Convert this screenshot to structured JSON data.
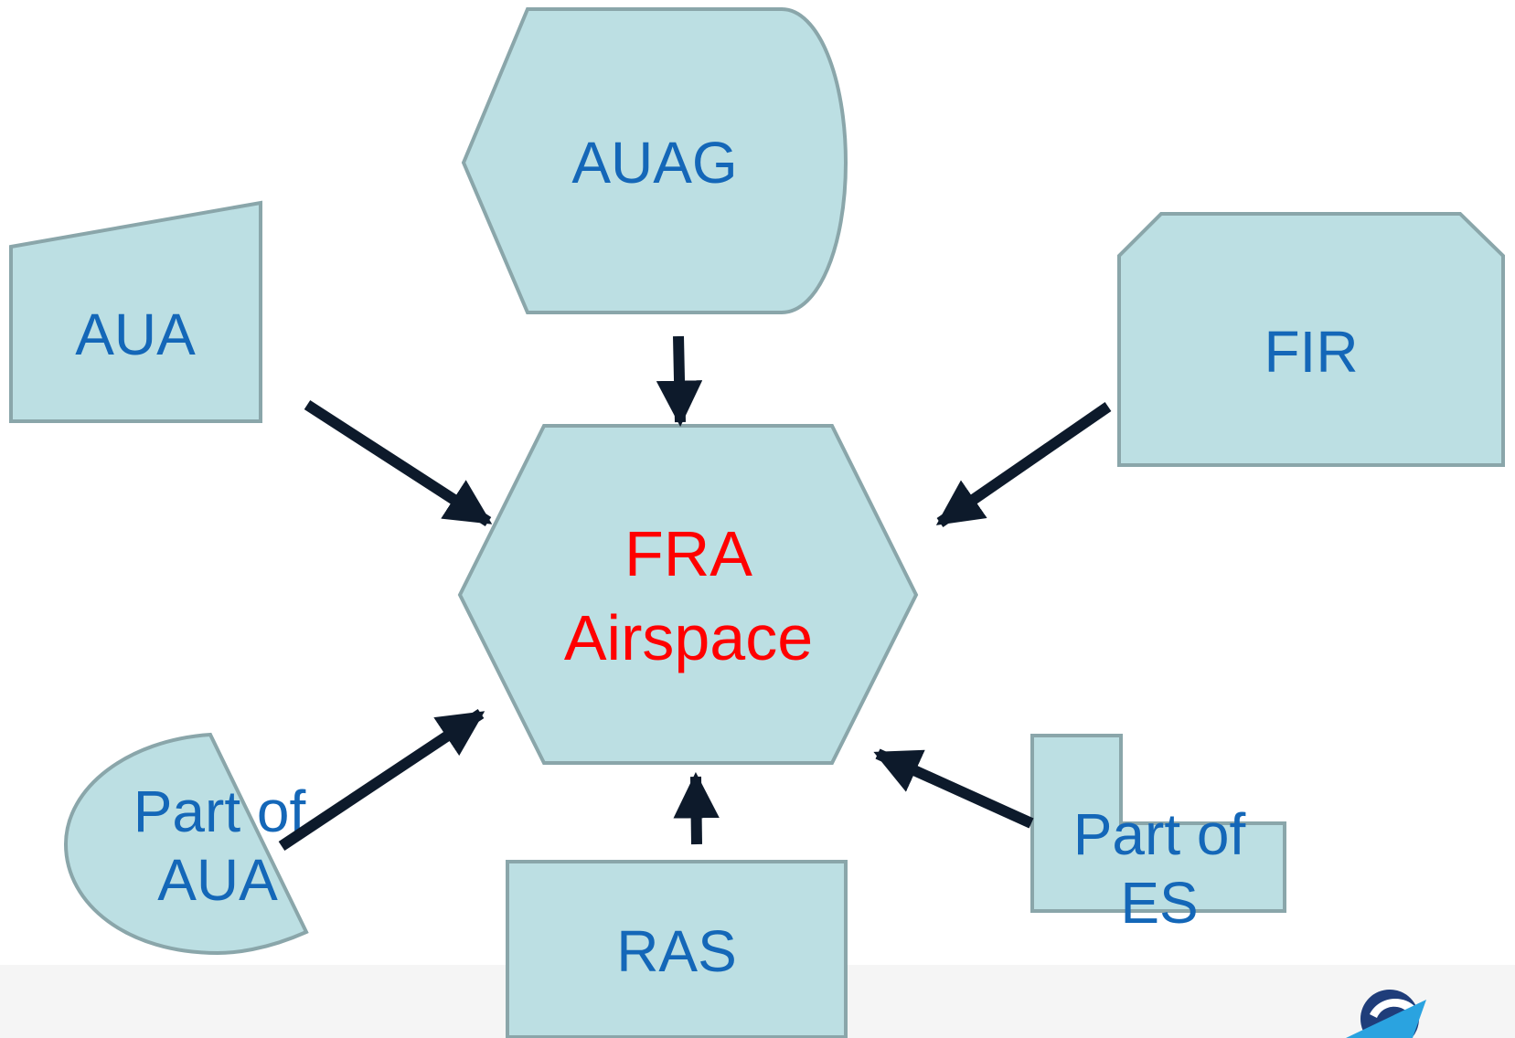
{
  "diagram": {
    "center": {
      "line1": "FRA",
      "line2": "Airspace"
    },
    "nodes": {
      "auag": "AUAG",
      "aua": "AUA",
      "fir": "FIR",
      "part_aua": {
        "line1": "Part of",
        "line2": "AUA"
      },
      "ras": "RAS",
      "part_es": {
        "line1": "Part of",
        "line2": "ES"
      }
    }
  },
  "colors": {
    "node_fill": "#bcdfe3",
    "node_stroke": "#8aa6aa",
    "label_blue": "#1467b8",
    "label_red": "#ff0000",
    "arrow": "#0d1a2b"
  },
  "footer": {
    "logo": "eurocontrol-logo"
  }
}
